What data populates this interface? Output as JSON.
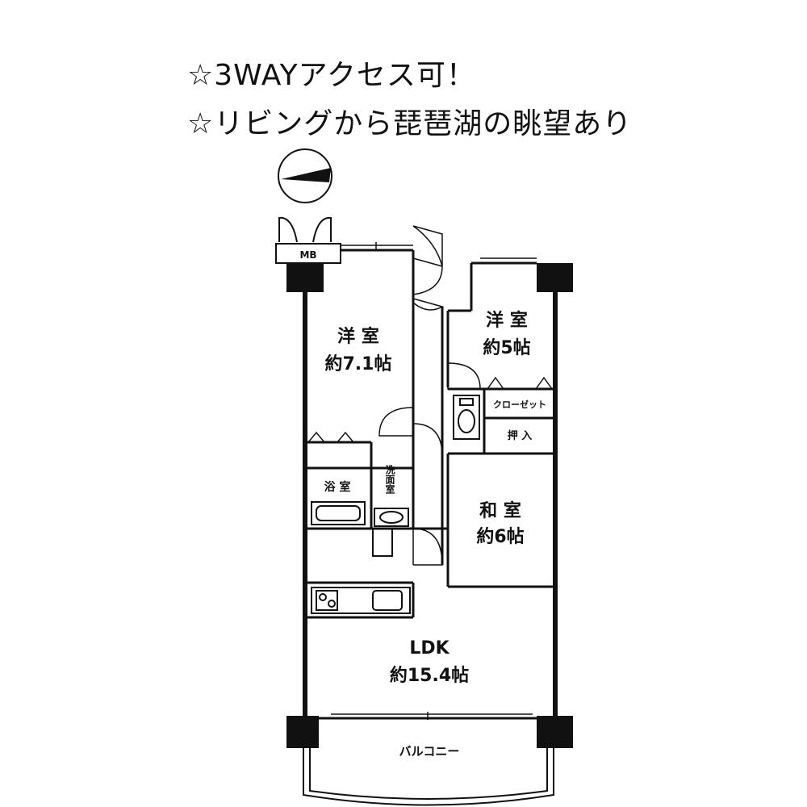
{
  "headlines": [
    "☆3WAYアクセス可！",
    "☆リビングから琵琶湖の眺望あり"
  ],
  "rooms": {
    "western_room_1": {
      "name": "洋 室",
      "area": "約7.1帖"
    },
    "western_room_2": {
      "name": "洋 室",
      "area": "約5帖"
    },
    "japanese_room": {
      "name": "和 室",
      "area": "約6帖"
    },
    "ldk": {
      "name": "LDK",
      "area": "約15.4帖"
    },
    "bathroom": {
      "name": "浴 室"
    },
    "washroom": {
      "name": "洗面室"
    },
    "closet": {
      "name": "クローゼット"
    },
    "oshiire": {
      "name": "押 入"
    },
    "balcony": {
      "name": "バルコニー"
    },
    "meter_box": {
      "name": "MB"
    }
  },
  "colors": {
    "ink": "#111111",
    "background": "#ffffff"
  },
  "icons": [
    "compass-icon",
    "toilet-icon",
    "bathtub-icon",
    "sink-icon",
    "kitchen-stove-icon"
  ]
}
